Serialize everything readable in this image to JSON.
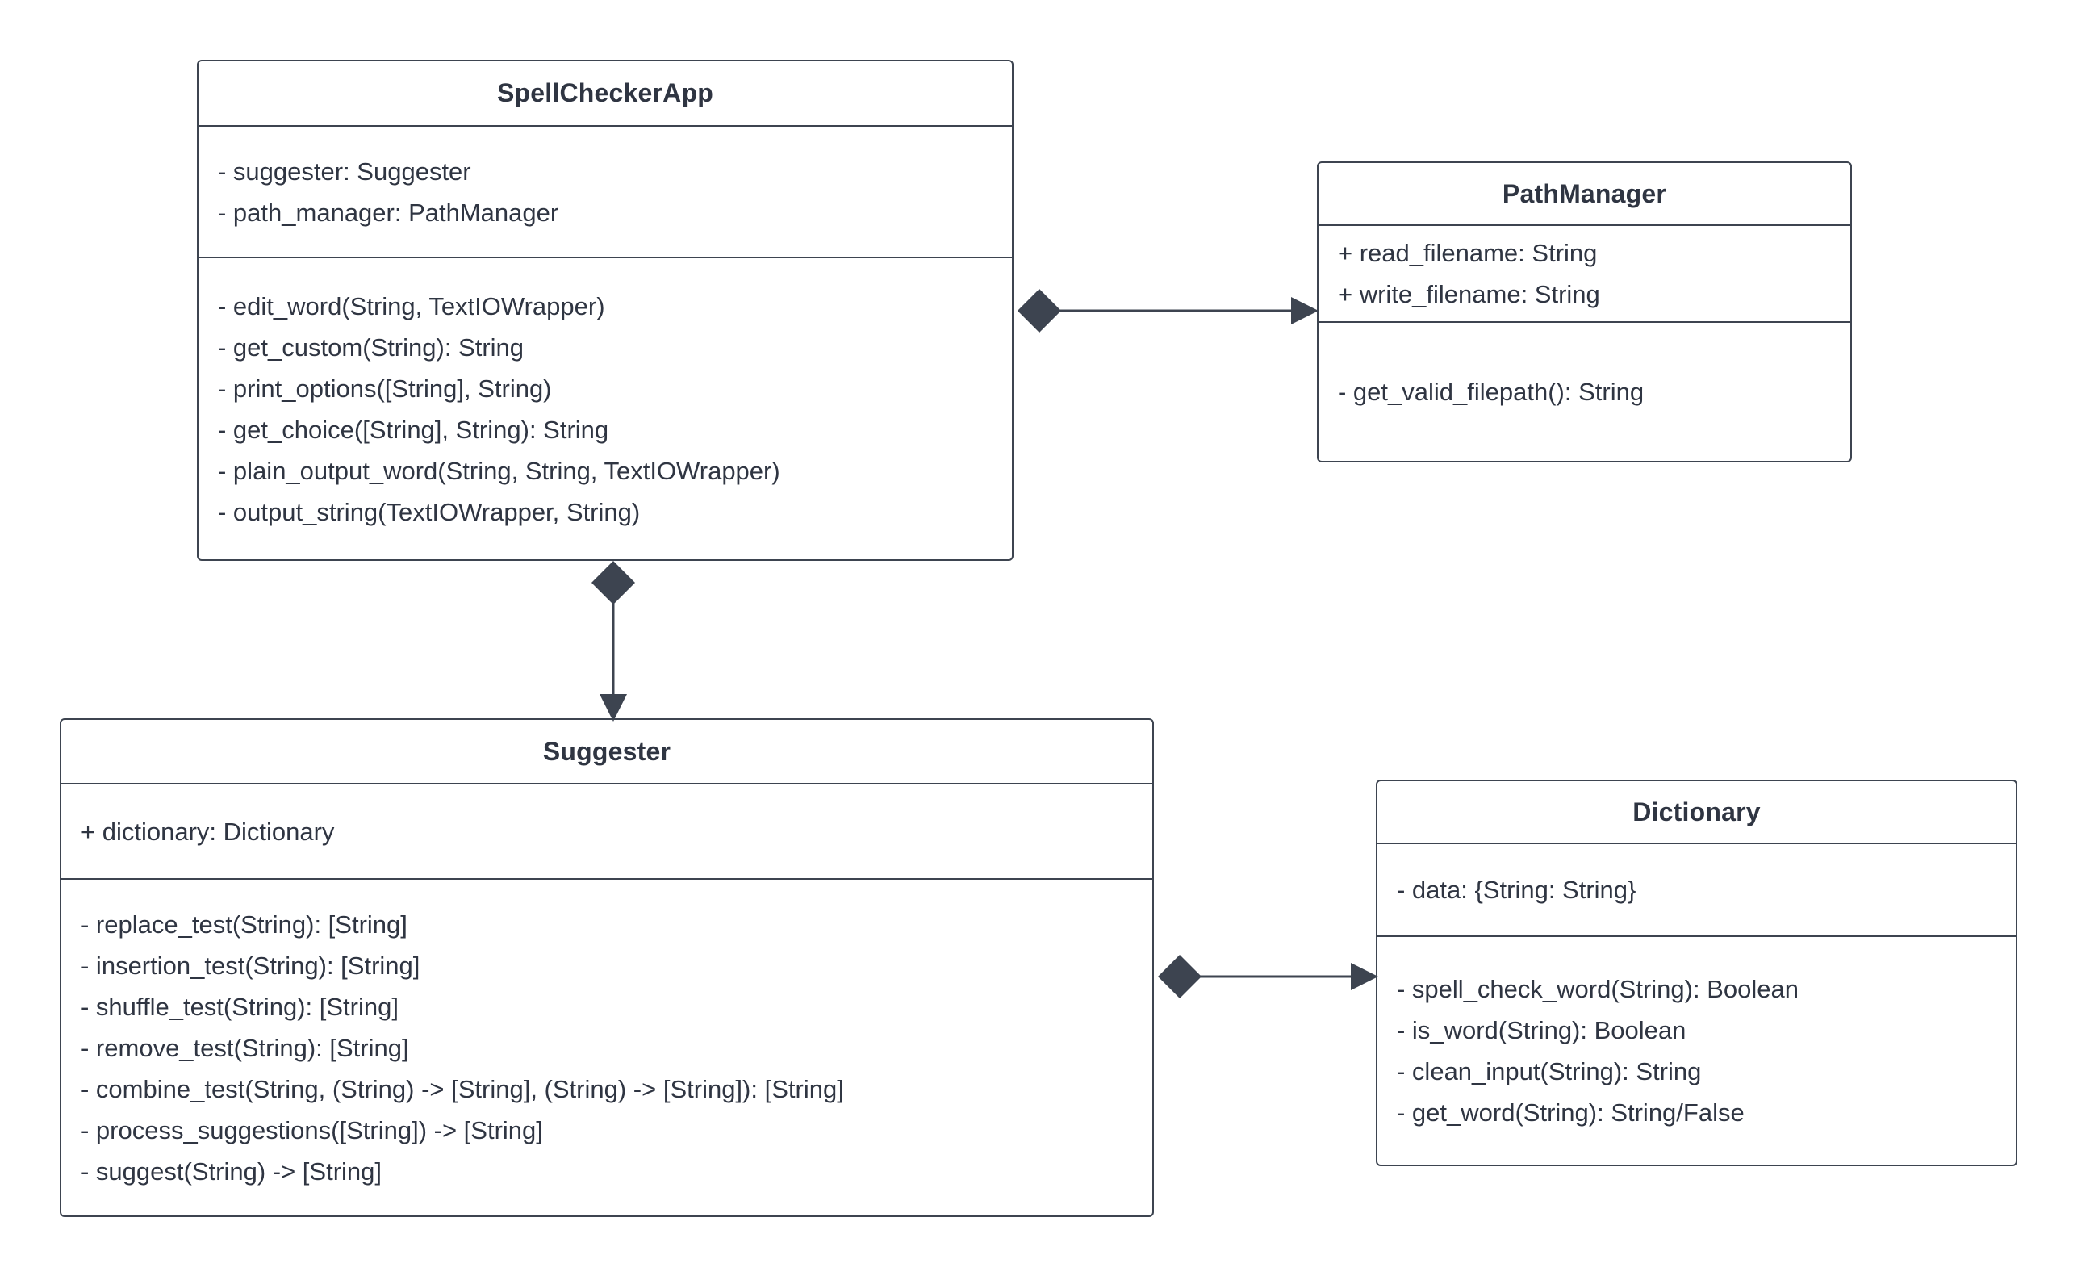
{
  "diagram": {
    "type": "uml-class-diagram",
    "accent_color": "#3d4450",
    "text_color": "#2f3542",
    "background": "#ffffff",
    "classes": [
      {
        "id": "spellcheckerapp",
        "name": "SpellCheckerApp",
        "attributes": [
          "- suggester: Suggester",
          "- path_manager: PathManager"
        ],
        "operations": [
          "- edit_word(String, TextIOWrapper)",
          "- get_custom(String): String",
          "- print_options([String], String)",
          "- get_choice([String], String): String",
          "- plain_output_word(String, String, TextIOWrapper)",
          "- output_string(TextIOWrapper, String)"
        ]
      },
      {
        "id": "pathmanager",
        "name": "PathManager",
        "attributes": [
          "+ read_filename: String",
          "+ write_filename: String"
        ],
        "operations": [
          "- get_valid_filepath(): String"
        ]
      },
      {
        "id": "suggester",
        "name": "Suggester",
        "attributes": [
          "+ dictionary: Dictionary"
        ],
        "operations": [
          "- replace_test(String): [String]",
          "- insertion_test(String): [String]",
          "- shuffle_test(String): [String]",
          "- remove_test(String): [String]",
          "- combine_test(String, (String) -> [String], (String) -> [String]): [String]",
          "- process_suggestions([String]) -> [String]",
          "- suggest(String) -> [String]"
        ]
      },
      {
        "id": "dictionary",
        "name": "Dictionary",
        "attributes": [
          "- data: {String: String}"
        ],
        "operations": [
          "- spell_check_word(String): Boolean",
          "- is_word(String): Boolean",
          "- clean_input(String): String",
          "- get_word(String): String/False"
        ]
      }
    ],
    "relationships": [
      {
        "id": "app-pathmanager",
        "kind": "composition",
        "source": "SpellCheckerApp",
        "target": "PathManager",
        "source_marker": "filled-diamond",
        "target_marker": "filled-arrow",
        "direction": "horizontal"
      },
      {
        "id": "app-suggester",
        "kind": "composition",
        "source": "SpellCheckerApp",
        "target": "Suggester",
        "source_marker": "filled-diamond",
        "target_marker": "filled-arrow",
        "direction": "vertical"
      },
      {
        "id": "suggester-dictionary",
        "kind": "composition",
        "source": "Suggester",
        "target": "Dictionary",
        "source_marker": "filled-diamond",
        "target_marker": "filled-arrow",
        "direction": "horizontal"
      }
    ]
  }
}
